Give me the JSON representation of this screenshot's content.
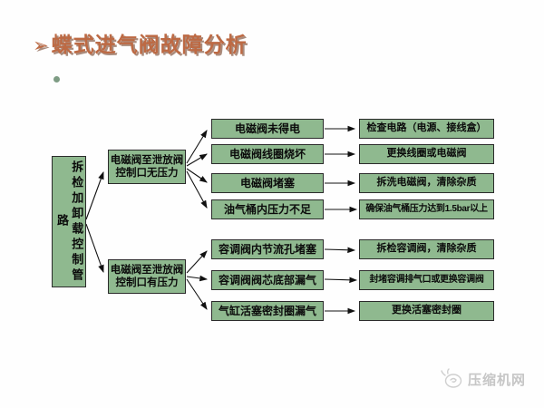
{
  "title": {
    "marker": "➢",
    "text": "蝶式进气阀故障分析"
  },
  "colors": {
    "title_color": "#BD6A44",
    "box_fill": "#8FB98F",
    "box_border": "#2b2b2b",
    "arrow_color": "#111111",
    "bullet_color": "#7E9C84",
    "watermark_color": "#c6c6c6"
  },
  "flowchart": {
    "root_label": "拆检加卸载控制管路",
    "branches": [
      {
        "condition": "电磁阀至泄放阀控制口无压力",
        "condition_line1": "电磁阀至泄放阀",
        "condition_line2": "控制口无压力",
        "rows": [
          {
            "cause": "电磁阀未得电",
            "solution": "检查电路（电源、接线盒）"
          },
          {
            "cause": "电磁阀线圈烧坏",
            "solution": "更换线圈或电磁阀"
          },
          {
            "cause": "电磁阀堵塞",
            "solution": "拆洗电磁阀，清除杂质"
          },
          {
            "cause": "油气桶内压力不足",
            "solution": "确保油气桶压力达到1.5bar以上"
          }
        ]
      },
      {
        "condition": "电磁阀至泄放阀控制口有压力",
        "condition_line1": "电磁阀至泄放阀",
        "condition_line2": "控制口有压力",
        "rows": [
          {
            "cause": "容调阀内节流孔堵塞",
            "solution": "拆检容调阀，清除杂质"
          },
          {
            "cause": "容调阀阀芯底部漏气",
            "solution": "封堵容调排气口或更换容调阀"
          },
          {
            "cause": "气缸活塞密封圈漏气",
            "solution": "更换活塞密封圈"
          }
        ]
      }
    ]
  },
  "watermark": {
    "text": "压缩机网",
    "logo_icon": "compressor-net-logo"
  }
}
